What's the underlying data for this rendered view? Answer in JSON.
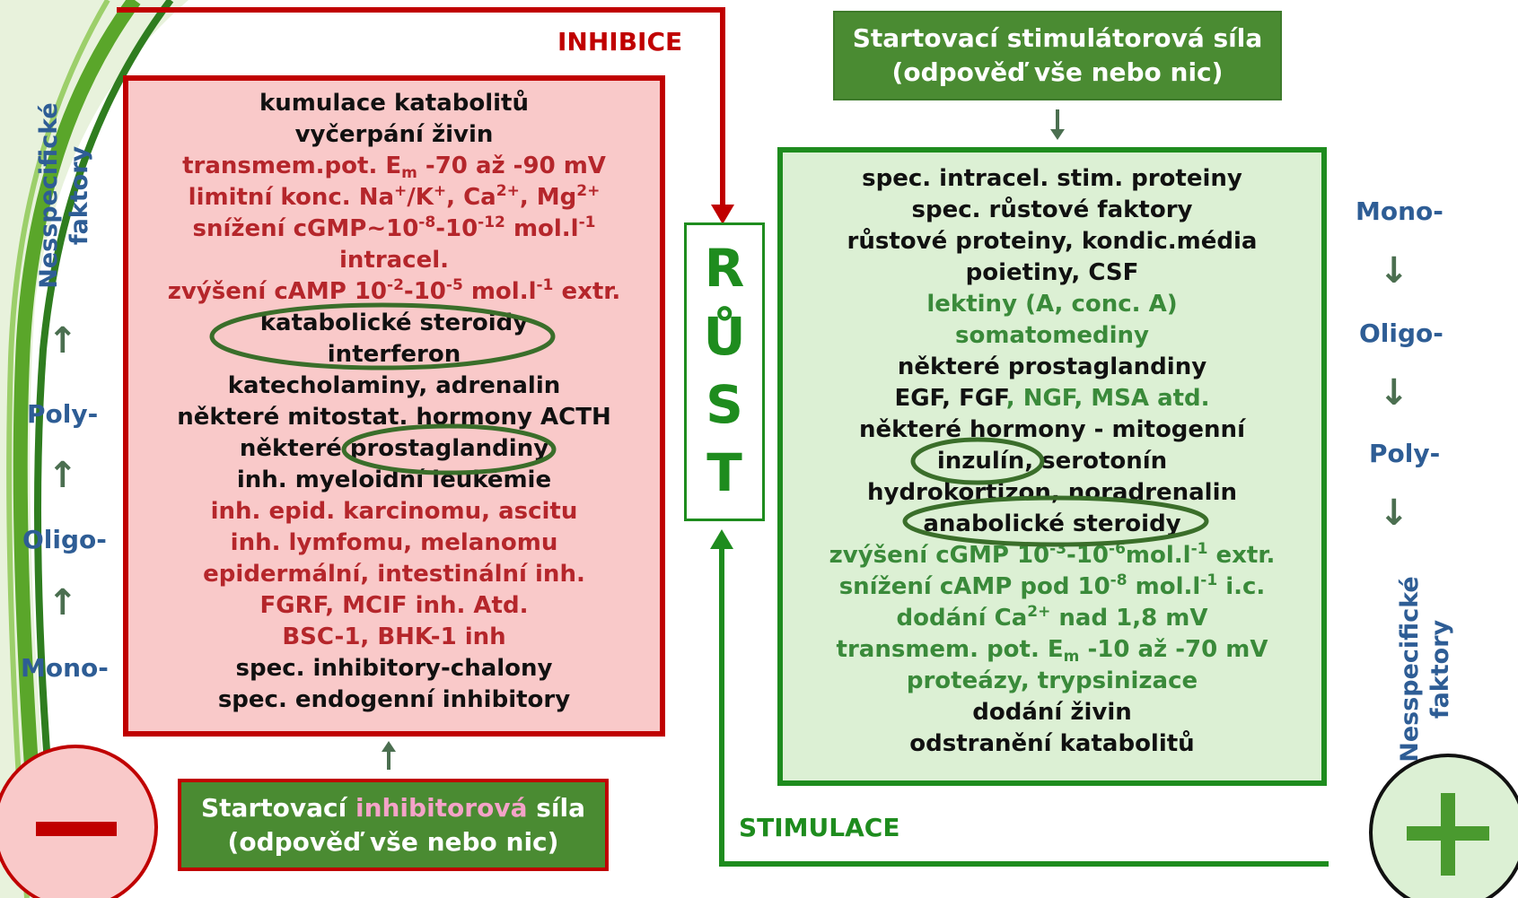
{
  "colors": {
    "inhibition_red": "#c00000",
    "inhibition_fill": "#f9c9c9",
    "stimulation_green": "#1e8c1e",
    "stimulation_fill": "#dcf0d4",
    "scale_blue": "#2e5d95",
    "starter_green": "#4a8b32"
  },
  "flow": {
    "inhibice_label": "INHIBICE",
    "stimulace_label": "STIMULACE",
    "rust_letters": [
      "R",
      "Ů",
      "S",
      "T"
    ]
  },
  "start_stim": {
    "line1": "Startovací stimulátorová síla",
    "line2": "(odpověď vše nebo nic)"
  },
  "start_inh": {
    "line1_a": "Startovací ",
    "line1_b": "inhibitorová",
    "line1_c": " síla",
    "line2": "(odpověď vše nebo nic)"
  },
  "left_scale": {
    "vertical_label": "Nesspecifické faktory",
    "vertical_line1": "Nesspecifické",
    "vertical_line2": "faktory",
    "poly": "Poly-",
    "oligo": "Oligo-",
    "mono": "Mono-"
  },
  "right_scale": {
    "mono": "Mono-",
    "oligo": "Oligo-",
    "poly": "Poly-",
    "vertical_line1": "Nesspecifické",
    "vertical_line2": "faktory"
  },
  "inhibitors": {
    "l1": "kumulace katabolitů",
    "l2": "vyčerpání živin",
    "l3_a": "transmem.pot. E",
    "l3_sub": "m",
    "l3_b": " -70 až -90 mV",
    "l4_a": "limitní konc. Na",
    "l4_sup1": "+",
    "l4_b": "/K",
    "l4_sup2": "+",
    "l4_c": ", Ca",
    "l4_sup3": "2+",
    "l4_d": ", Mg",
    "l4_sup4": "2+",
    "l5_a": "snížení cGMP~10",
    "l5_sup1": "-8",
    "l5_b": "-10",
    "l5_sup2": "-12",
    "l5_c": " mol.l",
    "l5_sup3": "-1",
    "l6": "intracel.",
    "l7_a": "zvýšení cAMP 10",
    "l7_sup1": "-2",
    "l7_b": "-10",
    "l7_sup2": "-5",
    "l7_c": " mol.l",
    "l7_sup3": "-1",
    "l7_d": " extr.",
    "l8": "katabolické steroidy",
    "l9": "interferon",
    "l10": "katecholaminy, adrenalin",
    "l11": "některé mitostat. hormony ACTH",
    "l12": "některé prostaglandiny",
    "l13": "inh. myeloidní leukémie",
    "l14": "inh. epid. karcinomu, ascitu",
    "l15": "inh. lymfomu, melanomu",
    "l16": "epidermální, intestinální inh.",
    "l17": "FGRF, MCIF inh. Atd.",
    "l18": "BSC-1, BHK-1 inh",
    "l19": "spec. inhibitory-chalony",
    "l20": "spec. endogenní inhibitory"
  },
  "stimulators": {
    "l1": "spec. intracel. stim. proteiny",
    "l2": "spec. růstové faktory",
    "l3": "růstové proteiny, kondic.média",
    "l4": "poietiny, CSF",
    "l5": "lektiny (A, conc. A)",
    "l6": "somatomediny",
    "l7": "některé prostaglandiny",
    "l8_a": "EGF, FGF",
    "l8_b": ", NGF, MSA atd.",
    "l9": "některé hormony - mitogenní",
    "l10": "inzulín, serotonín",
    "l11": "hydrokortizon, noradrenalin",
    "l12": "anabolické steroidy",
    "l13_a": "zvýšení cGMP 10",
    "l13_sup1": "-3",
    "l13_b": "-10",
    "l13_sup2": "-6",
    "l13_c": "mol.l",
    "l13_sup3": "-1",
    "l13_d": " extr.",
    "l14_a": "snížení cAMP pod   10",
    "l14_sup1": "-8",
    "l14_b": " mol.l",
    "l14_sup2": "-1",
    "l14_c": " i.c.",
    "l15_a": "dodání Ca",
    "l15_sup": "2+",
    "l15_b": " nad 1,8 mV",
    "l16_a": "transmem. pot. E",
    "l16_sub": "m",
    "l16_b": " -10 až -70 mV",
    "l17": "proteázy, trypsinizace",
    "l18": "dodání živin",
    "l19": "odstranění katabolitů"
  },
  "symbols": {
    "minus": "minus-sign",
    "plus": "plus-sign"
  }
}
